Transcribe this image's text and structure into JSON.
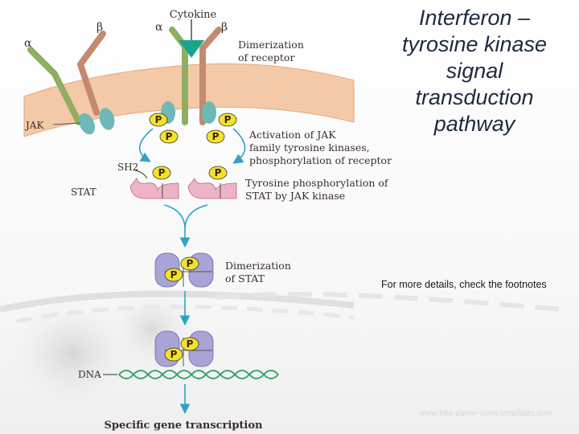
{
  "slide": {
    "title_lines": [
      "Interferon –",
      "tyrosine kinase",
      "signal",
      "transduction",
      "pathway"
    ],
    "footnote": "For more details, check the footnotes",
    "watermark": "www.free-power-point-templates.com"
  },
  "diagram": {
    "labels": {
      "cytokine": "Cytokine",
      "alpha_left": "α",
      "beta_left": "β",
      "alpha_right": "α",
      "beta_right": "β",
      "dimer_receptor_1": "Dimerization",
      "dimer_receptor_2": "of receptor",
      "jak": "JAK",
      "activation_1": "Activation of JAK",
      "activation_2": "family tyrosine kinases,",
      "activation_3": "phosphorylation of receptor",
      "sh2": "SH2",
      "stat": "STAT",
      "tyrosine_1": "Tyrosine phosphorylation of",
      "tyrosine_2": "STAT by JAK kinase",
      "dimer_stat_1": "Dimerization",
      "dimer_stat_2": "of STAT",
      "dna": "DNA",
      "gene": "Specific gene transcription"
    },
    "phospho_label": "P",
    "colors": {
      "membrane": "#f4c9a8",
      "alpha_chain": "#8fae63",
      "beta_chain": "#c48a6e",
      "jak": "#6fb8b8",
      "cytokine": "#1aa58a",
      "phosphate": "#f3e12b",
      "stat_monomer": "#eeb3c8",
      "stat_dimer": "#a9a4d6",
      "arrow": "#2ea3c8",
      "dna": "#3aa46a"
    }
  }
}
